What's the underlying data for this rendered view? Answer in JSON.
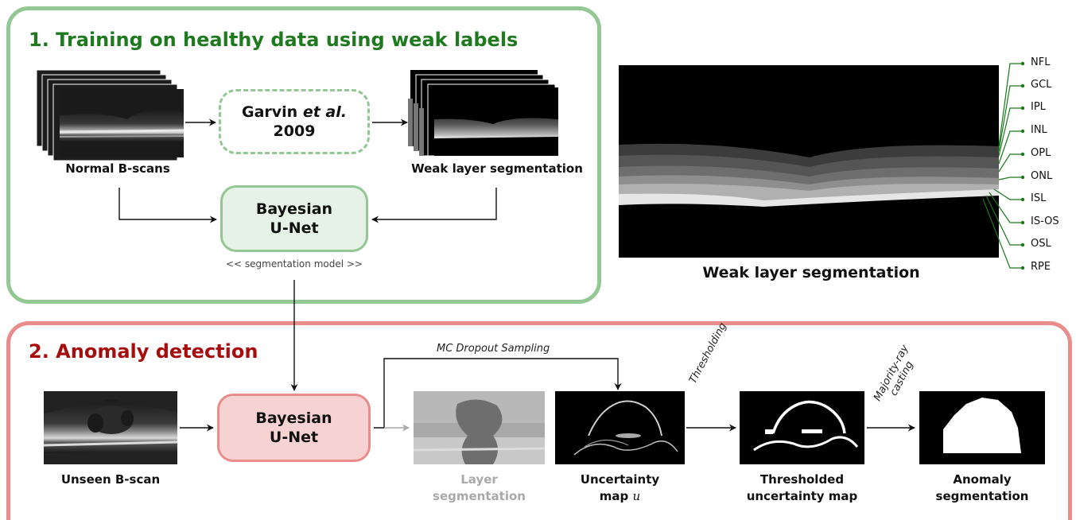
{
  "training": {
    "title": "1. Training on healthy data using weak labels",
    "normal_caption": "Normal B-scans",
    "weak_caption": "Weak layer segmentation",
    "garvin_line1": "Garvin",
    "garvin_etal": "et al.",
    "garvin_year": "2009",
    "bunet_line1": "Bayesian",
    "bunet_line2": "U-Net",
    "model_label": "<< segmentation model >>"
  },
  "weak_panel": {
    "caption": "Weak layer segmentation",
    "layers": [
      "NFL",
      "GCL",
      "IPL",
      "INL",
      "OPL",
      "ONL",
      "ISL",
      "IS-OS",
      "OSL",
      "RPE"
    ],
    "line_color": "#1a7a1a"
  },
  "anomaly": {
    "title": "2. Anomaly detection",
    "unseen_caption": "Unseen B-scan",
    "bunet_line1": "Bayesian",
    "bunet_line2": "U-Net",
    "mc_label": "MC Dropout Sampling",
    "layer_seg_line1": "Layer",
    "layer_seg_line2": "segmentation",
    "uncert_line1": "Uncertainty",
    "uncert_line2": "map",
    "uncert_symbol": "u",
    "thresholding_label": "Thresholding",
    "thresh_line1": "Thresholded",
    "thresh_line2": "uncertainty map",
    "majority_line1": "Majority-ray",
    "majority_line2": "casting",
    "anom_line1": "Anomaly",
    "anom_line2": "segmentation"
  },
  "colors": {
    "green_border": "#93c793",
    "green_fill": "#e6f2e6",
    "green_text": "#1f7a1f",
    "red_border": "#e88c8c",
    "red_fill": "#f6d2d2",
    "red_text": "#a80d0d"
  }
}
